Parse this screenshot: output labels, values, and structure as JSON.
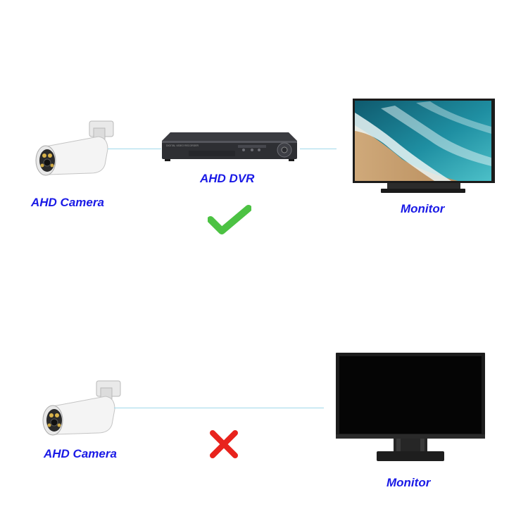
{
  "scene_top": {
    "camera_label": "AHD Camera",
    "dvr_label": "AHD DVR",
    "monitor_label": "Monitor",
    "status": "supported",
    "status_icon": "check-icon",
    "status_color": "#4cc243"
  },
  "scene_bottom": {
    "camera_label": "AHD Camera",
    "monitor_label": "Monitor",
    "status": "not-supported",
    "status_icon": "cross-icon",
    "status_color": "#e8231d"
  },
  "colors": {
    "label": "#1a1ae6",
    "connector": "#9fd8ea"
  }
}
